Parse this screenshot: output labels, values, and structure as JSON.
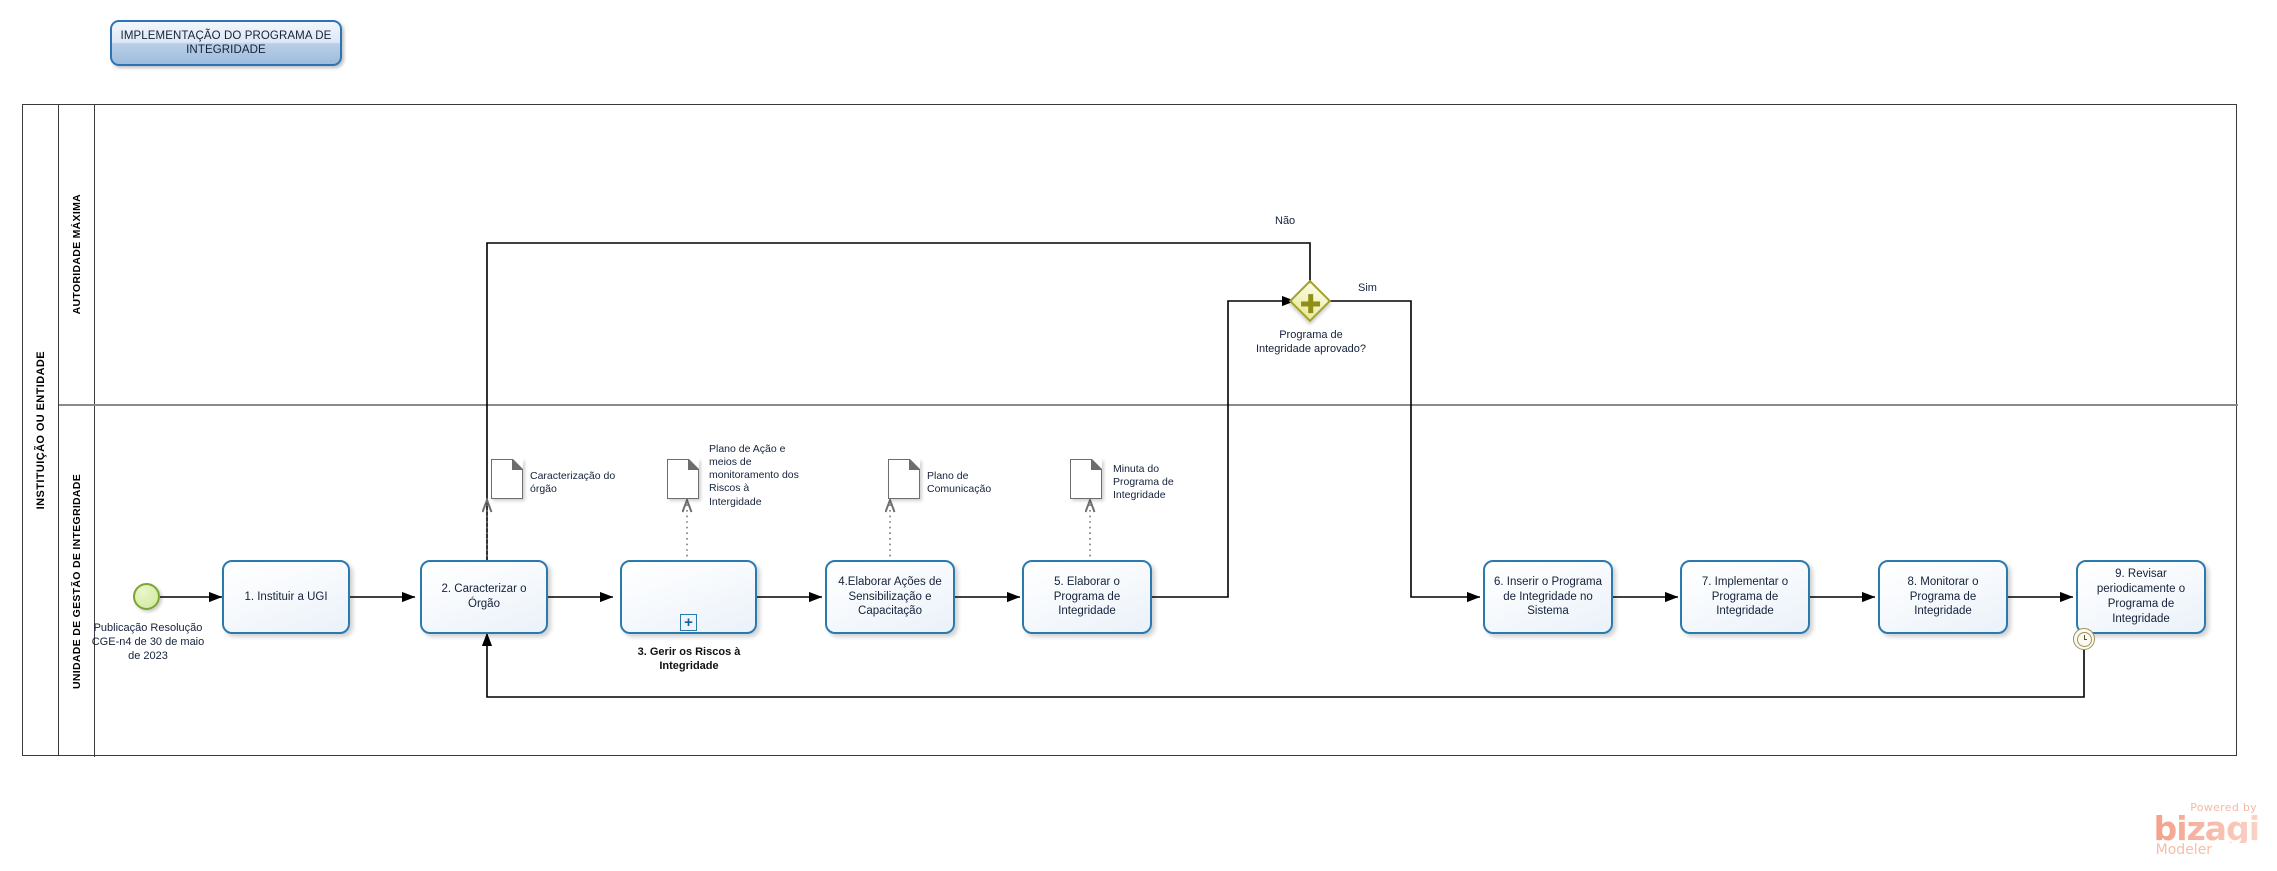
{
  "diagram": {
    "title": "IMPLEMENTAÇÃO DO PROGRAMA DE INTEGRIDADE",
    "notation": "BPMN",
    "accent_color": "#2a7ab0",
    "gateway_color": "#a3a32a",
    "start_color": "#7aa532"
  },
  "pool": {
    "label": "INSTITUIÇÃO OU ENTIDADE",
    "lanes": [
      {
        "id": "autoridade",
        "label": "AUTORIDADE MÁXIMA"
      },
      {
        "id": "ugi",
        "label": "UNIDADE DE GESTÃO DE  INTEGRIDADE"
      }
    ]
  },
  "start_event": {
    "name": "start-event",
    "label": "Publicação Resolução CGE-n4 de 30 de maio de 2023"
  },
  "tasks": [
    {
      "id": "t1",
      "label": "1. Instituir a UGI"
    },
    {
      "id": "t2",
      "label": "2. Caracterizar o Órgão"
    },
    {
      "id": "t3",
      "label": "3. Gerir os Riscos à Integridade",
      "subprocess": true,
      "marker": "+"
    },
    {
      "id": "t4",
      "label": "4.Elaborar Ações de Sensibilização e Capacitação"
    },
    {
      "id": "t5",
      "label": "5. Elaborar o Programa de Integridade"
    },
    {
      "id": "t6",
      "label": "6. Inserir o Programa de Integridade no Sistema"
    },
    {
      "id": "t7",
      "label": "7. Implementar o Programa de Integridade"
    },
    {
      "id": "t8",
      "label": "8. Monitorar o Programa de Integridade"
    },
    {
      "id": "t9",
      "label": "9. Revisar periodicamente o Programa de Integridade"
    }
  ],
  "gateway": {
    "id": "gw1",
    "type": "exclusive",
    "label": "Programa de Integridade aprovado?",
    "flows": [
      {
        "id": "gw-no",
        "label": "Não"
      },
      {
        "id": "gw-yes",
        "label": "Sim"
      }
    ]
  },
  "boundary_event": {
    "id": "be1",
    "type": "timer",
    "label": ""
  },
  "data_objects": [
    {
      "id": "d1",
      "label": "Caracterização do órgão"
    },
    {
      "id": "d2",
      "label": "Plano de Ação e meios de monitoramento dos Riscos à Intergidade"
    },
    {
      "id": "d3",
      "label": "Plano de Comunicação"
    },
    {
      "id": "d4",
      "label": "Minuta do Programa de Integridade"
    }
  ],
  "branding": {
    "powered_by": "Powered by",
    "product": "bizagi",
    "edition": "Modeler"
  }
}
